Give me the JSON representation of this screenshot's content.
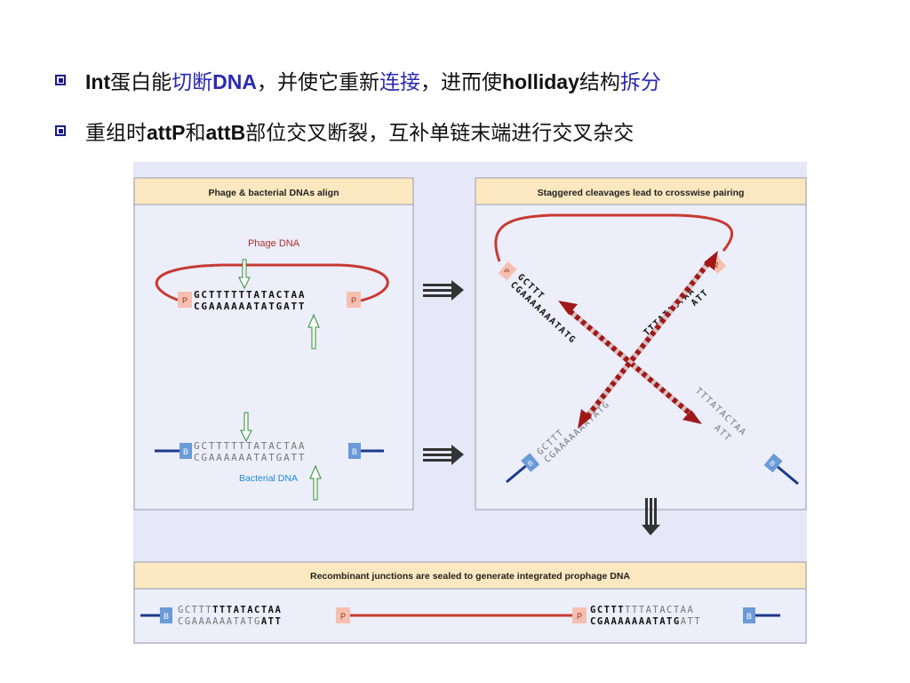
{
  "bullets": [
    {
      "parts": [
        {
          "text": "Int",
          "bold": true
        },
        {
          "text": "蛋白能"
        },
        {
          "text": "切断",
          "hl": true
        },
        {
          "text": "DNA",
          "bold": true,
          "hl": true
        },
        {
          "text": "，并使它重新"
        },
        {
          "text": "连接",
          "hl": true
        },
        {
          "text": "，进而使"
        },
        {
          "text": "holliday",
          "bold": true
        },
        {
          "text": "结构"
        },
        {
          "text": "拆分",
          "hl": true
        }
      ]
    },
    {
      "parts": [
        {
          "text": "重组时"
        },
        {
          "text": "attP",
          "bold": true
        },
        {
          "text": "和"
        },
        {
          "text": "attB",
          "bold": true
        },
        {
          "text": "部位交叉断裂，互补单链末端进行交叉杂交"
        }
      ]
    }
  ],
  "figure": {
    "panel1_title": "Phage & bacterial DNAs align",
    "panel2_title": "Staggered cleavages lead to crosswise pairing",
    "panel3_title": "Recombinant junctions are sealed to generate integrated prophage DNA",
    "phage_label": "Phage DNA",
    "bacterial_label": "Bacterial DNA",
    "phage_top": "GCTTTTTTATACTAA",
    "phage_bottom": "CGAAAAAATATGATT",
    "bact_top": "GCTTTTTTATACTAA",
    "bact_bottom": "CGAAAAAATATGATT",
    "p_tag": "P",
    "b_tag": "B",
    "p2_tl_top": "GCTTT",
    "p2_tl_bottom": "CGAAAAAAATATG",
    "p2_tr_top": "TTTATACTAA",
    "p2_tr_bottom": "ATT",
    "p2_bl_top": "GCTTT",
    "p2_bl_bottom": "CGAAAAAAATATG",
    "p2_br_top": "TTTATACTAA",
    "p2_br_bottom": "ATT",
    "p3_left_top_plain": "GCTTT",
    "p3_left_top_bold": "TTTATACTAA",
    "p3_left_bottom_plain": "CGAAAAAATATG",
    "p3_left_bottom_bold": "ATT",
    "p3_right_top_bold": "GCTTT",
    "p3_right_top_plain": "TTTATACTAA",
    "p3_right_bottom_bold": "CGAAAAAAATATG",
    "p3_right_bottom_plain": "ATT",
    "colors": {
      "figure_bg": "#e6e8f8",
      "title_bar": "#fbe8c0",
      "phage_red": "#c83a32",
      "bact_blue": "#1e3a8a",
      "p_box": "#f6c0b0",
      "b_box": "#6a9ad8",
      "arrow_green": "#2f8f2f",
      "cross_red": "#a01818"
    }
  }
}
